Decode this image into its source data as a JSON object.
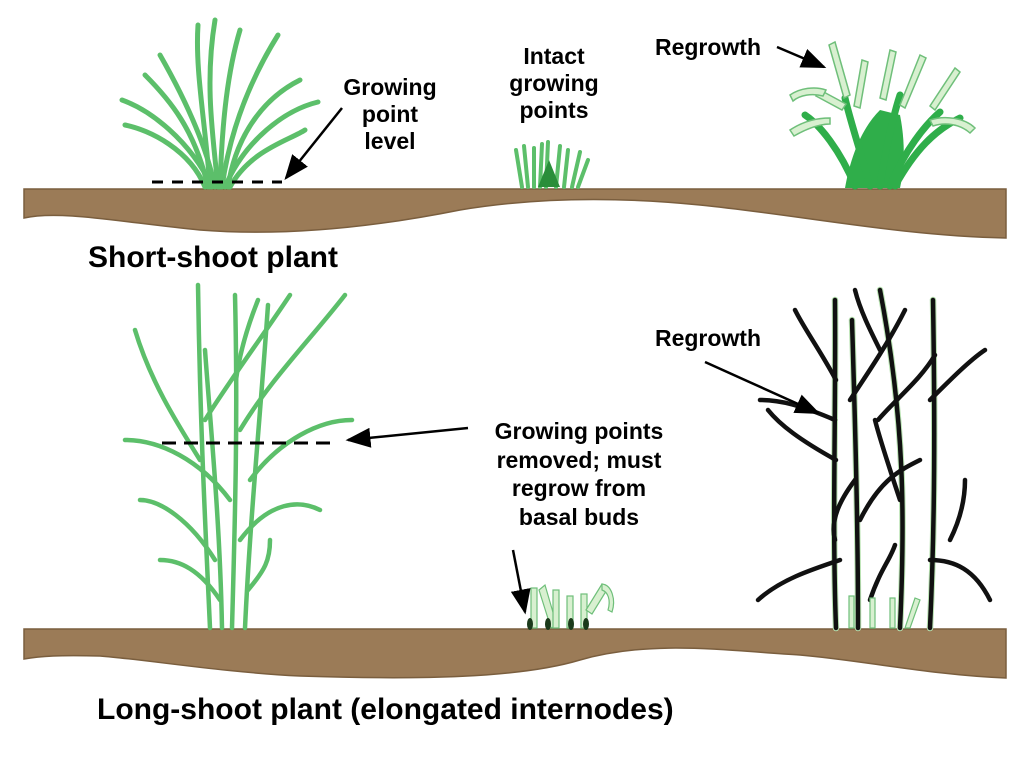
{
  "colors": {
    "soil": "#9b7b57",
    "soil_edge": "#7a5e3e",
    "grass": "#5cbf6a",
    "grass_dark": "#2fae4a",
    "grass_light": "#d8f0d0",
    "grass_outline": "#6fbf7a",
    "dark_regrowth": "#111111"
  },
  "top_panel": {
    "title": "Short-shoot plant",
    "labels": {
      "growing_point_level": "Growing\npoint\nlevel",
      "intact_growing_points": "Intact\ngrowing\npoints",
      "regrowth": "Regrowth"
    }
  },
  "bottom_panel": {
    "title": "Long-shoot plant (elongated internodes)",
    "labels": {
      "growing_points_removed": "Growing points\nremoved; must\nregrow from\nbasal buds",
      "regrowth": "Regrowth"
    }
  }
}
